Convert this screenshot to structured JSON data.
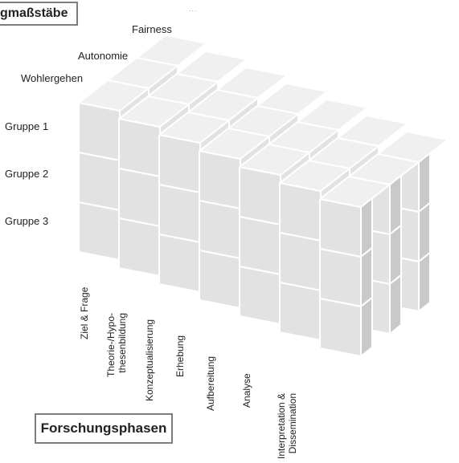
{
  "titles": {
    "top": "gmaßstäbe",
    "bottom": "Forschungsphasen",
    "ellipsis": "..."
  },
  "dimensions": {
    "depth_labels": [
      "Fairness",
      "Autonomie",
      "Wohlergehen"
    ],
    "row_labels": [
      "Gruppe 1",
      "Gruppe 2",
      "Gruppe 3"
    ],
    "phase_labels": [
      "Ziel & Frage",
      "Theorie-/Hypo-\nthesenbildung",
      "Konzeptualisierung",
      "Erhebung",
      "Aufbereitung",
      "Analyse",
      "Interpretation &\nDissemination"
    ]
  },
  "colors": {
    "front": "#e2e2e2",
    "top": "#f0f0f0",
    "side": "#c9c9c9",
    "outline": "#ffffff",
    "border": "#7d7d7d"
  }
}
